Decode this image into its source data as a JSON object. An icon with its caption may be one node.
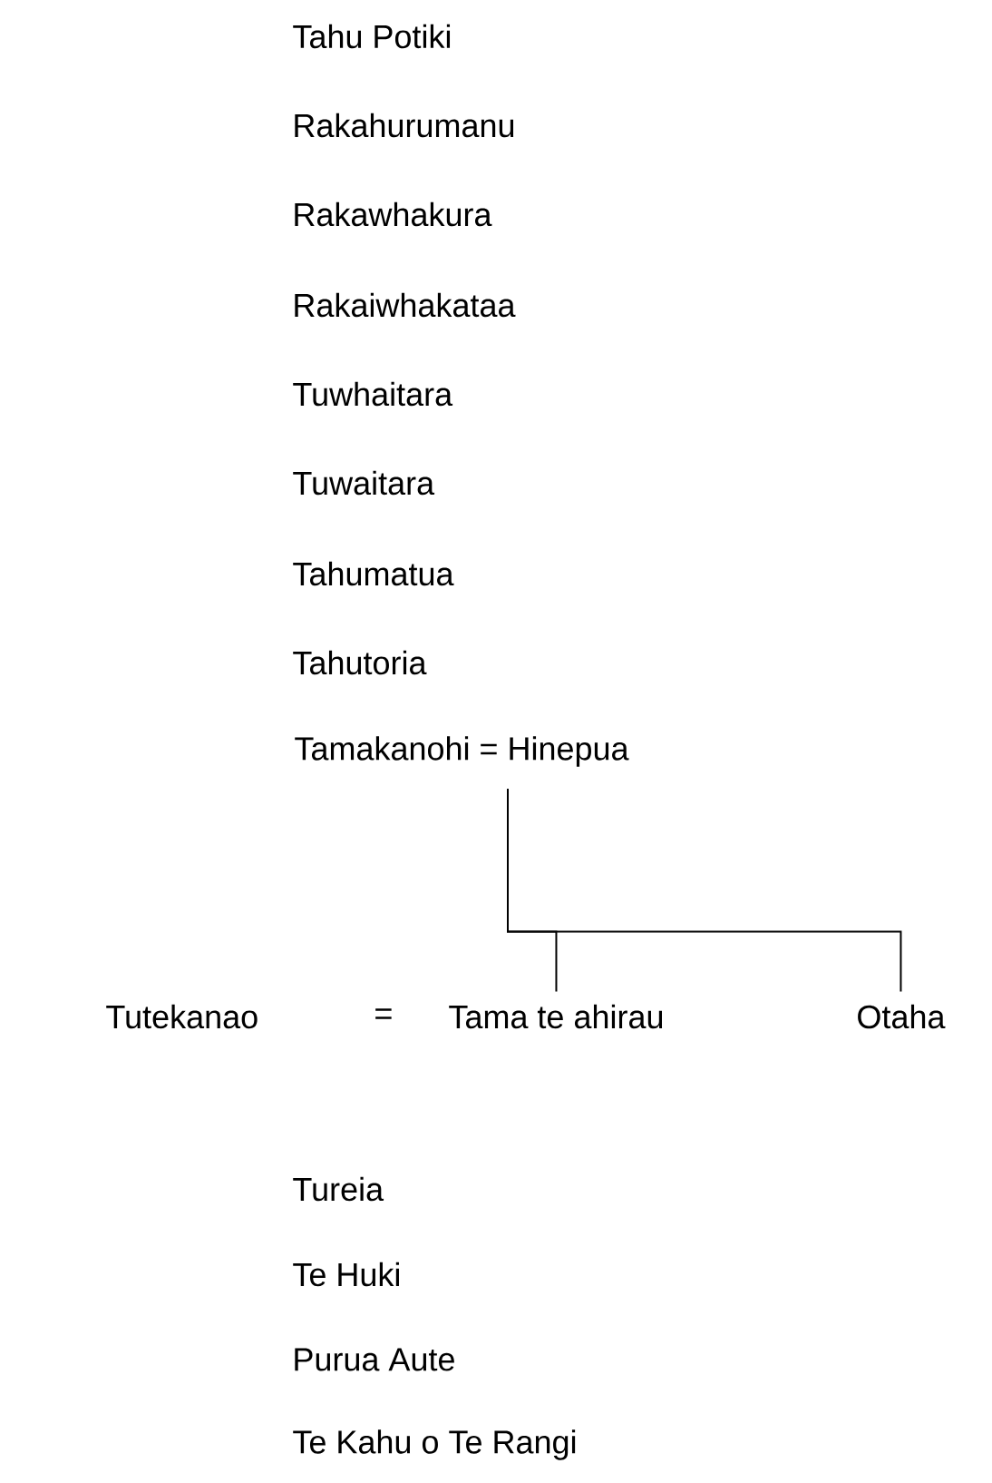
{
  "diagram": {
    "nodes": [
      {
        "text": [
          "Tamakanohi = Hinepua"
        ]
      },
      {
        "text": [
          "Tama te ahirau"
        ]
      },
      {
        "text": [
          "Otaha"
        ]
      }
    ],
    "edges": [
      {
        "from": 0,
        "to": 1,
        "arrow": "none"
      },
      {
        "from": 0,
        "to": 2,
        "arrow": "none"
      }
    ],
    "labels": [
      "Tahu Potiki",
      "Rakahurumanu",
      "Rakawhakura",
      "Rakaiwhakataa",
      "Tuwhaitara",
      "Tuwaitara",
      "Tahumatua",
      "Tahutoria",
      "Tutekanao",
      "=",
      "Tureia",
      "Te Huki",
      "Purua Aute",
      "Te Kahu o Te Rangi"
    ]
  }
}
